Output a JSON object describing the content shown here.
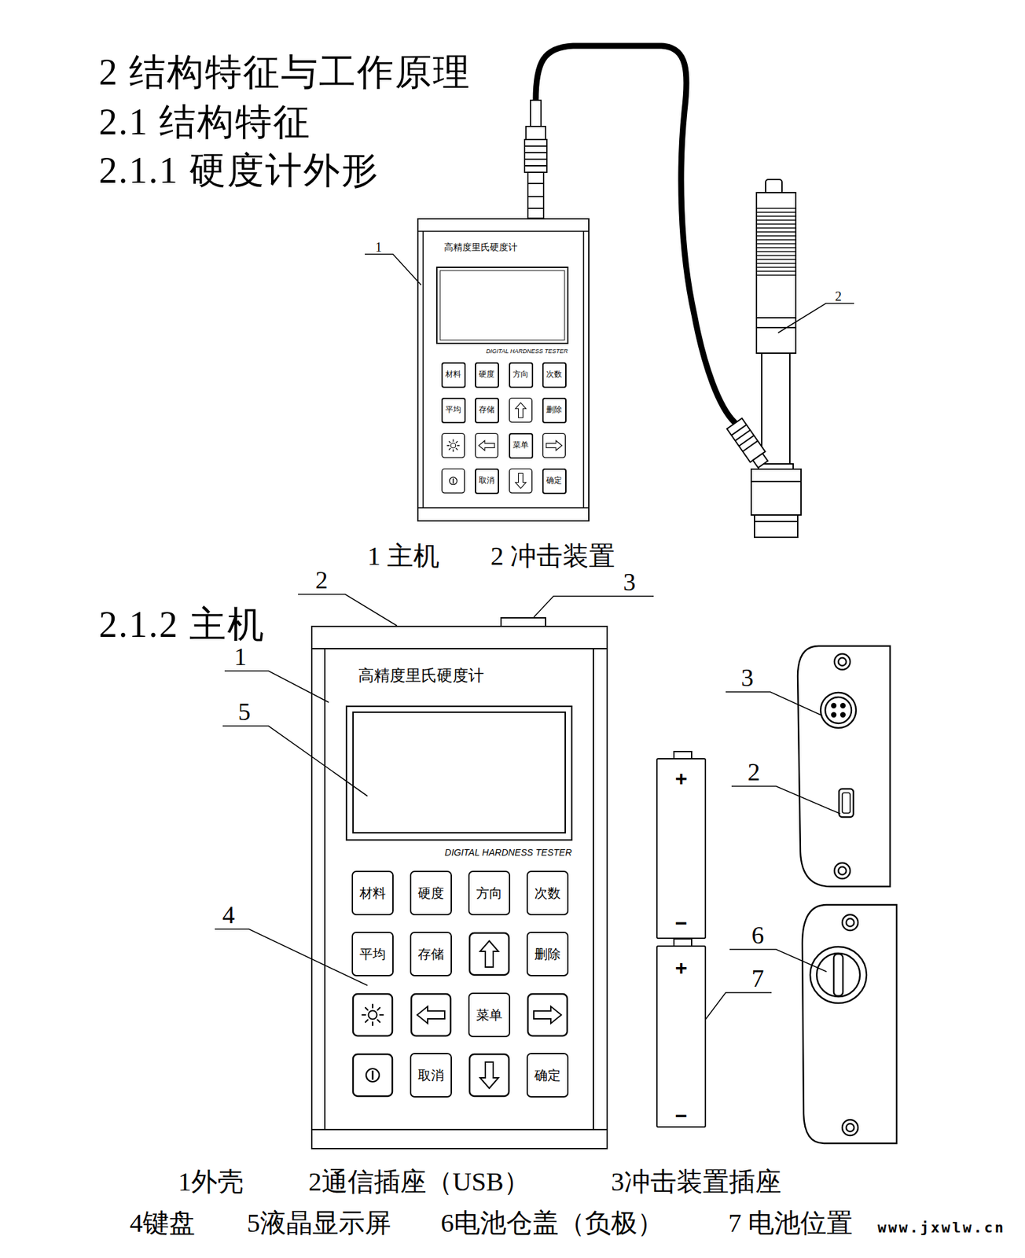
{
  "diagram": {
    "title": "2 结构特征与工作原理",
    "nodes": [
      {
        "text": [
          "高精度里氏硬度计",
          "DIGITAL HARDNESS TESTER"
        ]
      },
      {
        "text": [
          "材料"
        ],
        "in": 0
      },
      {
        "text": [
          "硬度"
        ],
        "in": 0
      },
      {
        "text": [
          "方向"
        ],
        "in": 0
      },
      {
        "text": [
          "次数"
        ],
        "in": 0
      },
      {
        "text": [
          "平均"
        ],
        "in": 0
      },
      {
        "text": [
          "存储"
        ],
        "in": 0
      },
      {
        "text": [
          "删除"
        ],
        "in": 0
      },
      {
        "text": [
          "菜单"
        ],
        "in": 0
      },
      {
        "text": [
          "取消"
        ],
        "in": 0
      },
      {
        "text": [
          "确定"
        ],
        "in": 0
      },
      {
        "text": [
          "高精度里氏硬度计",
          "DIGITAL HARDNESS TESTER"
        ]
      },
      {
        "text": [
          "材料"
        ],
        "in": 11
      },
      {
        "text": [
          "硬度"
        ],
        "in": 11
      },
      {
        "text": [
          "方向"
        ],
        "in": 11
      },
      {
        "text": [
          "次数"
        ],
        "in": 11
      },
      {
        "text": [
          "平均"
        ],
        "in": 11
      },
      {
        "text": [
          "存储"
        ],
        "in": 11
      },
      {
        "text": [
          "删除"
        ],
        "in": 11
      },
      {
        "text": [
          "菜单"
        ],
        "in": 11
      },
      {
        "text": [
          "取消"
        ],
        "in": 11
      },
      {
        "text": [
          "确定"
        ],
        "in": 11
      },
      {
        "text": [
          "+",
          "−"
        ]
      },
      {
        "text": [
          "+",
          "−"
        ]
      }
    ],
    "labels": [
      "2.1 结构特征",
      "2.1.1 硬度计外形",
      "1",
      "2",
      "1 主机",
      "2 冲击装置",
      "2.1.2 主机",
      "2",
      "3",
      "1",
      "5",
      "3",
      "2",
      "6",
      "7",
      "4",
      "1外壳",
      "2通信插座（USB）",
      "3冲击装置插座",
      "4键盘",
      "5液晶显示屏",
      "6电池仓盖（负极）",
      "7 电池位置",
      "www.jxwlw.cn"
    ]
  }
}
